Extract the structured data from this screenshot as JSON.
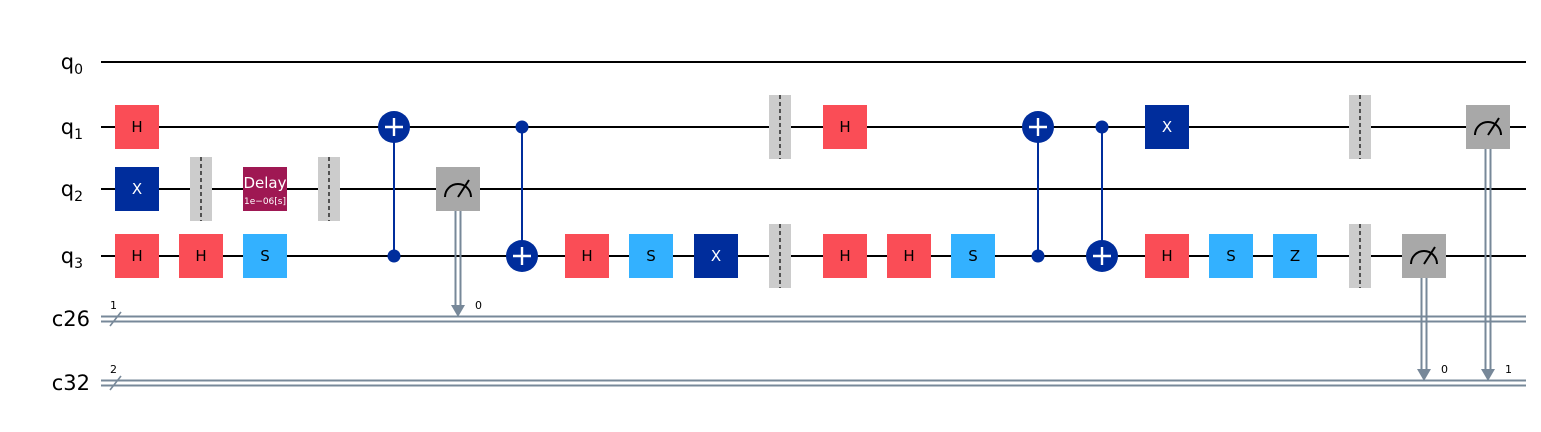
{
  "qubits": [
    {
      "base": "q",
      "index": "0"
    },
    {
      "base": "q",
      "index": "1"
    },
    {
      "base": "q",
      "index": "2"
    },
    {
      "base": "q",
      "index": "3"
    }
  ],
  "cregs": [
    {
      "name": "c26",
      "size": "1"
    },
    {
      "name": "c32",
      "size": "2"
    }
  ],
  "colors": {
    "H": "#fa4d56",
    "X": "#002d9c",
    "S": "#33b1ff",
    "Z": "#33b1ff",
    "Delay": "#9f1853",
    "control": "#002d9c",
    "measure": "#a8a8a8",
    "barrier": "#cccccc",
    "classical": "#778899"
  },
  "gates": [
    {
      "type": "H",
      "label": "H",
      "qubit": 1,
      "col": 0
    },
    {
      "type": "X",
      "label": "X",
      "qubit": 2,
      "col": 0
    },
    {
      "type": "H",
      "label": "H",
      "qubit": 3,
      "col": 0
    },
    {
      "type": "H",
      "label": "H",
      "qubit": 3,
      "col": 1
    },
    {
      "type": "Delay",
      "label": "Delay",
      "sub": "1e−06[s]",
      "qubit": 2,
      "col": 2
    },
    {
      "type": "S",
      "label": "S",
      "qubit": 3,
      "col": 2
    },
    {
      "type": "H",
      "label": "H",
      "qubit": 3,
      "col": 7
    },
    {
      "type": "S",
      "label": "S",
      "qubit": 3,
      "col": 8
    },
    {
      "type": "X",
      "label": "X",
      "qubit": 3,
      "col": 9
    },
    {
      "type": "H",
      "label": "H",
      "qubit": 1,
      "col": 11
    },
    {
      "type": "H",
      "label": "H",
      "qubit": 3,
      "col": 11
    },
    {
      "type": "H",
      "label": "H",
      "qubit": 3,
      "col": 12
    },
    {
      "type": "S",
      "label": "S",
      "qubit": 3,
      "col": 13
    },
    {
      "type": "X",
      "label": "X",
      "qubit": 1,
      "col": 16
    },
    {
      "type": "H",
      "label": "H",
      "qubit": 3,
      "col": 16
    },
    {
      "type": "S",
      "label": "S",
      "qubit": 3,
      "col": 17
    },
    {
      "type": "Z",
      "label": "Z",
      "qubit": 3,
      "col": 18
    }
  ],
  "cnots": [
    {
      "control": 3,
      "target": 1,
      "col": 4
    },
    {
      "control": 1,
      "target": 3,
      "col": 6
    },
    {
      "control": 3,
      "target": 1,
      "col": 14
    },
    {
      "control": 1,
      "target": 3,
      "col": 15
    }
  ],
  "barriers": [
    {
      "qubits": [
        2
      ],
      "col": 1
    },
    {
      "qubits": [
        2
      ],
      "col": 3
    },
    {
      "qubits": [
        1,
        3
      ],
      "col": 10
    },
    {
      "qubits": [
        1,
        3
      ],
      "col": 19
    }
  ],
  "measurements": [
    {
      "qubit": 2,
      "creg": 0,
      "bit": "0",
      "col": 5
    },
    {
      "qubit": 3,
      "creg": 1,
      "bit": "0",
      "col": 20
    },
    {
      "qubit": 1,
      "creg": 1,
      "bit": "1",
      "col": 21
    }
  ]
}
